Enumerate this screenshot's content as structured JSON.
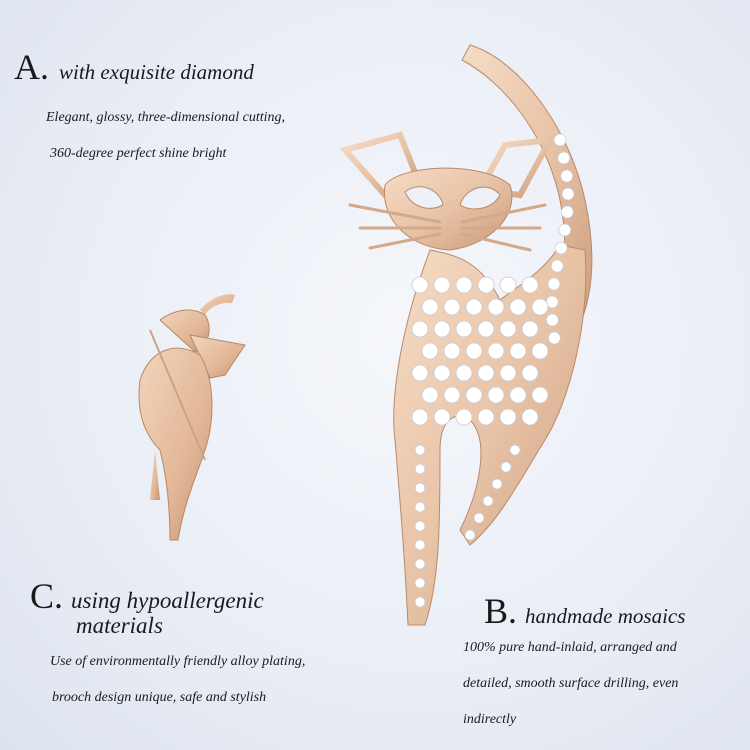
{
  "section_a": {
    "letter": "A.",
    "heading": "with exquisite diamond",
    "lines": [
      "Elegant, glossy, three-dimensional cutting,",
      "360-degree perfect shine bright"
    ]
  },
  "section_b": {
    "letter": "B.",
    "heading": "handmade mosaics",
    "lines": [
      "100% pure hand-inlaid, arranged and",
      "detailed, smooth surface drilling, even",
      "indirectly"
    ]
  },
  "section_c": {
    "letter": "C.",
    "heading_line1": "using hypoallergenic",
    "heading_line2": "materials",
    "lines": [
      "Use of environmentally friendly alloy plating,",
      "brooch design unique, safe and stylish"
    ]
  },
  "colors": {
    "gold": "#e8c3a6",
    "gold_dark": "#c99a7a",
    "crystal": "#ffffff"
  }
}
